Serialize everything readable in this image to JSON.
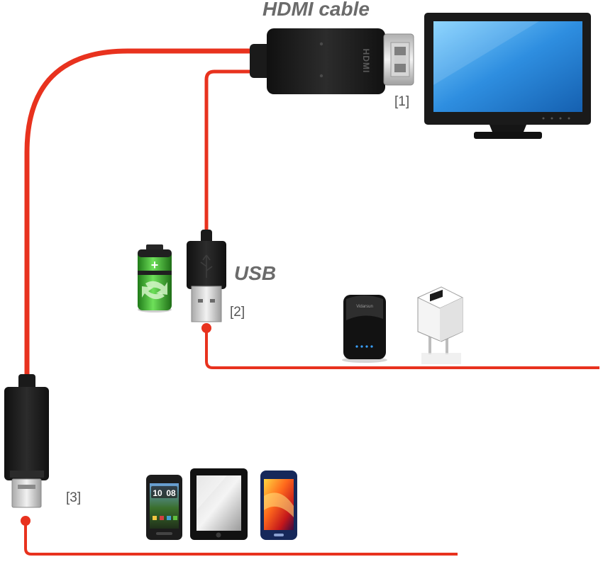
{
  "labels": {
    "hdmi_cable": "HDMI cable",
    "usb": "USB",
    "ref_tv": "[1]",
    "ref_power": "[2]",
    "ref_device": "[3]"
  },
  "connector_text": {
    "hdmi_plug": "HDMI",
    "power_bank_brand": "Vidarsun"
  },
  "phone_clock": {
    "hours": "10",
    "minutes": "08"
  },
  "colors": {
    "cable_red": "#e8321e",
    "plug_black": "#1b1b1b",
    "metal": "#c9c9c9",
    "screen_blue": "#2e8ee0",
    "battery_green": "#3cb82e",
    "label_gray": "#6b6b6b"
  },
  "icons": [
    "tv-monitor-icon",
    "battery-charging-icon",
    "power-bank-icon",
    "wall-charger-icon",
    "smartphone-icon",
    "tablet-icon"
  ]
}
